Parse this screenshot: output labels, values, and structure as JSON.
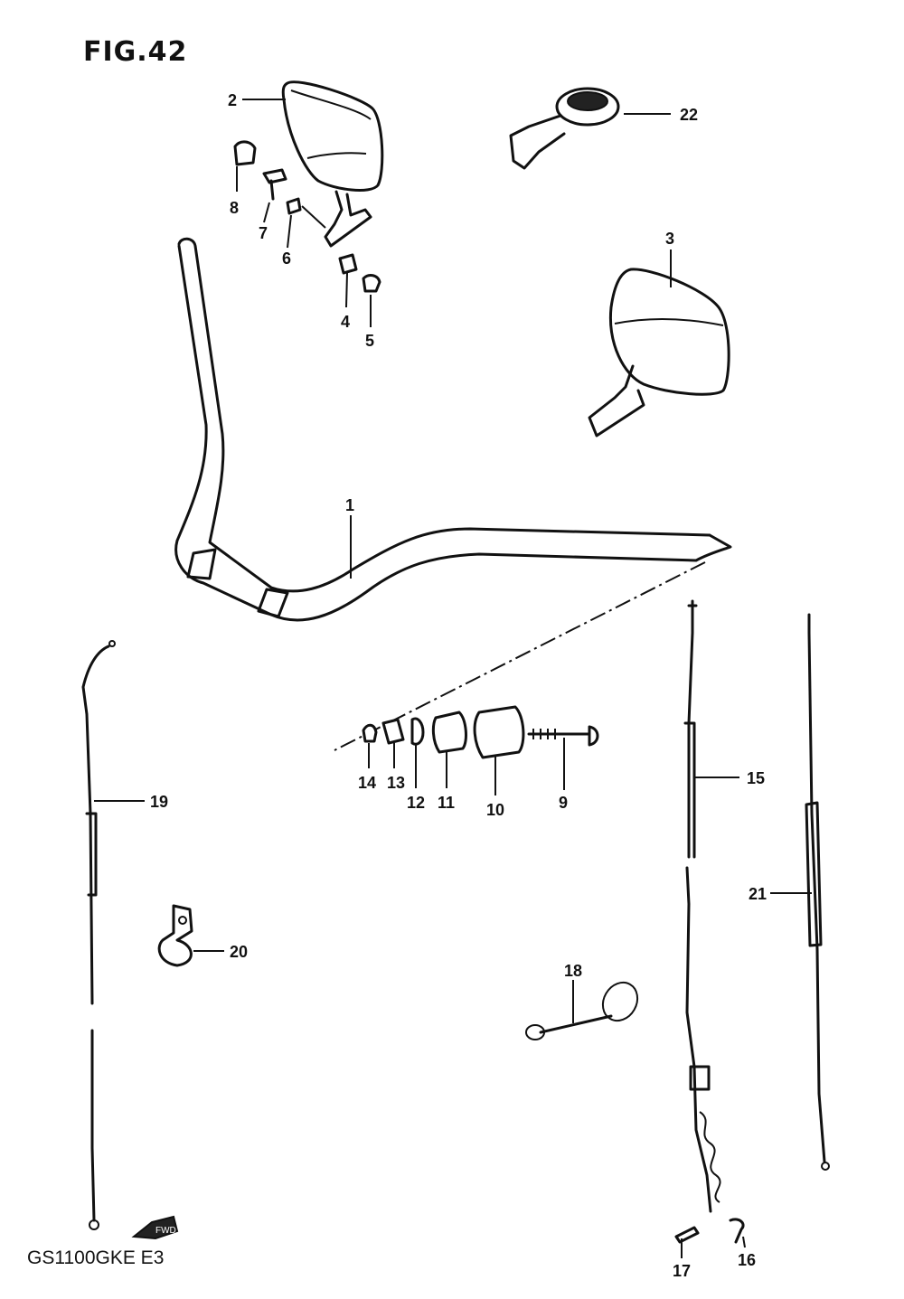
{
  "header": {
    "figure_label": "FIG.42"
  },
  "footer": {
    "model_label": "GS1100GKE  E3"
  },
  "arrow": {
    "text": "FWD"
  },
  "callouts": [
    {
      "id": "1",
      "label": "1"
    },
    {
      "id": "2",
      "label": "2"
    },
    {
      "id": "3",
      "label": "3"
    },
    {
      "id": "4",
      "label": "4"
    },
    {
      "id": "5",
      "label": "5"
    },
    {
      "id": "6",
      "label": "6"
    },
    {
      "id": "7",
      "label": "7"
    },
    {
      "id": "8",
      "label": "8"
    },
    {
      "id": "9",
      "label": "9"
    },
    {
      "id": "10",
      "label": "10"
    },
    {
      "id": "11",
      "label": "11"
    },
    {
      "id": "12",
      "label": "12"
    },
    {
      "id": "13",
      "label": "13"
    },
    {
      "id": "14",
      "label": "14"
    },
    {
      "id": "15",
      "label": "15"
    },
    {
      "id": "16",
      "label": "16"
    },
    {
      "id": "17",
      "label": "17"
    },
    {
      "id": "18",
      "label": "18"
    },
    {
      "id": "19",
      "label": "19"
    },
    {
      "id": "20",
      "label": "20"
    },
    {
      "id": "21",
      "label": "21"
    },
    {
      "id": "22",
      "label": "22"
    }
  ]
}
